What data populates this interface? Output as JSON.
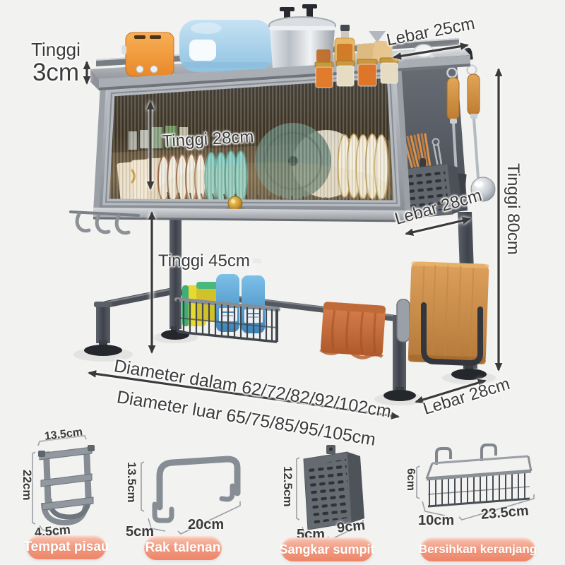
{
  "annotations": {
    "tinggi_3cm_line1": "Tinggi",
    "tinggi_3cm_line2": "3cm",
    "lebar_25cm": "Lebar 25cm",
    "tinggi_28cm": "Tinggi 28cm",
    "tinggi_80cm": "Tinggi 80cm",
    "lebar_28cm_middle": "Lebar 28cm",
    "tinggi_45cm": "Tinggi 45cm",
    "diameter_dalam": "Diameter dalam 62/72/82/92/102cm",
    "diameter_luar": "Diameter luar 65/75/85/95/105cm",
    "lebar_28cm_bottom": "Lebar 28cm"
  },
  "accessories": [
    {
      "label": "Tempat pisau",
      "dim_top": "13.5cm",
      "dim_left": "22cm",
      "dim_bottom": "4.5cm"
    },
    {
      "label": "Rak talenan",
      "dim_left": "13.5cm",
      "dim_bottom_left": "5cm",
      "dim_bottom_right": "20cm"
    },
    {
      "label": "Sangkar sumpit",
      "dim_left": "12.5cm",
      "dim_bottom_left": "5cm",
      "dim_bottom_right": "9cm"
    },
    {
      "label": "Bersihkan keranjang",
      "dim_left": "6cm",
      "dim_bottom_left": "10cm",
      "dim_bottom_right": "23.5cm"
    }
  ],
  "colors": {
    "background": "#F2F2F0",
    "annotation_text": "#3B3B3B",
    "arrow": "#3A3A3A",
    "pill_accent": "#EE8569",
    "wood": "#C98945",
    "towel": "#C96A3E",
    "frame_metal": "#9BA0A7",
    "dark_panel": "#53575F"
  }
}
